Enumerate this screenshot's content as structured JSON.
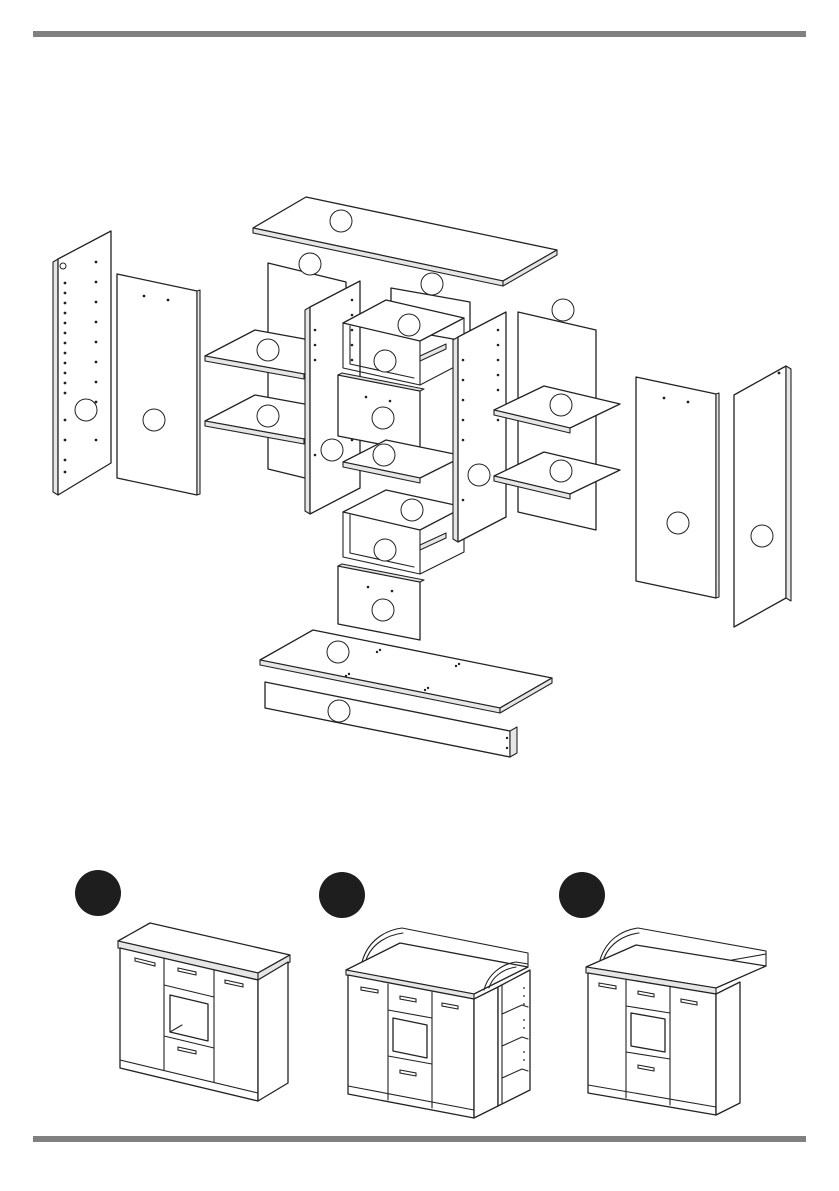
{
  "page": {
    "rule_color": "#808080",
    "line_color": "#222222",
    "badge_color": "#1e1e1e"
  },
  "exploded_view": {
    "parts": [
      "top-panel",
      "left-side-panel-outer",
      "left-side-panel-inner",
      "left-back-panel",
      "left-shelf-upper",
      "left-shelf-lower",
      "left-partition",
      "center-back-panel",
      "upper-drawer-box",
      "upper-drawer-front",
      "center-shelf",
      "lower-drawer-box",
      "lower-drawer-front",
      "right-partition",
      "right-back-panel",
      "right-shelf-upper",
      "right-shelf-lower",
      "right-side-panel-inner",
      "right-side-panel-outer",
      "bottom-panel",
      "plinth"
    ],
    "callout_labels": []
  },
  "variants": [
    {
      "id": "variant-1",
      "badge_label": "",
      "description_icon": "dresser-icon"
    },
    {
      "id": "variant-2",
      "badge_label": "",
      "description_icon": "changing-table-with-shelves-icon"
    },
    {
      "id": "variant-3",
      "badge_label": "",
      "description_icon": "changing-table-icon"
    }
  ]
}
